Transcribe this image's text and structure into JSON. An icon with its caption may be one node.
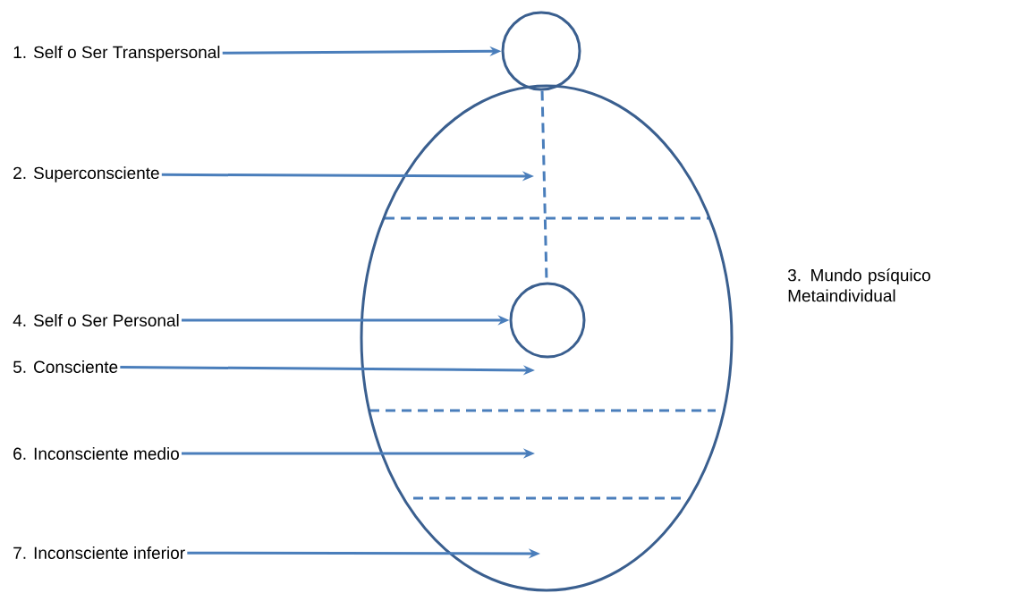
{
  "diagram": {
    "nodes": [
      {
        "text": [
          "1. Self o Ser Transpersonal"
        ]
      },
      {
        "text": [],
        "shape": "circle"
      },
      {
        "text": [],
        "shape": "ellipse"
      },
      {
        "text": [
          "2. Superconsciente"
        ]
      },
      {
        "text": [],
        "shape": "circle",
        "in": 2
      },
      {
        "text": [
          "4. Self o Ser Personal"
        ]
      },
      {
        "text": [
          "5. Consciente"
        ]
      },
      {
        "text": [
          "6. Inconsciente medio"
        ]
      },
      {
        "text": [
          "7. Inconsciente inferior"
        ]
      }
    ],
    "edges": [
      {
        "from": 0,
        "to": 1,
        "arrow": "to"
      },
      {
        "from": 1,
        "to": 4,
        "arrow": "none",
        "style": "dashed"
      },
      {
        "from": 3,
        "to": null,
        "arrow": "to"
      },
      {
        "from": 5,
        "to": 4,
        "arrow": "to"
      },
      {
        "from": 6,
        "to": null,
        "arrow": "to"
      },
      {
        "from": 7,
        "to": null,
        "arrow": "to"
      },
      {
        "from": 8,
        "to": null,
        "arrow": "to"
      }
    ],
    "labels": [
      "3. Mundo psíquico Metaindividual"
    ]
  }
}
